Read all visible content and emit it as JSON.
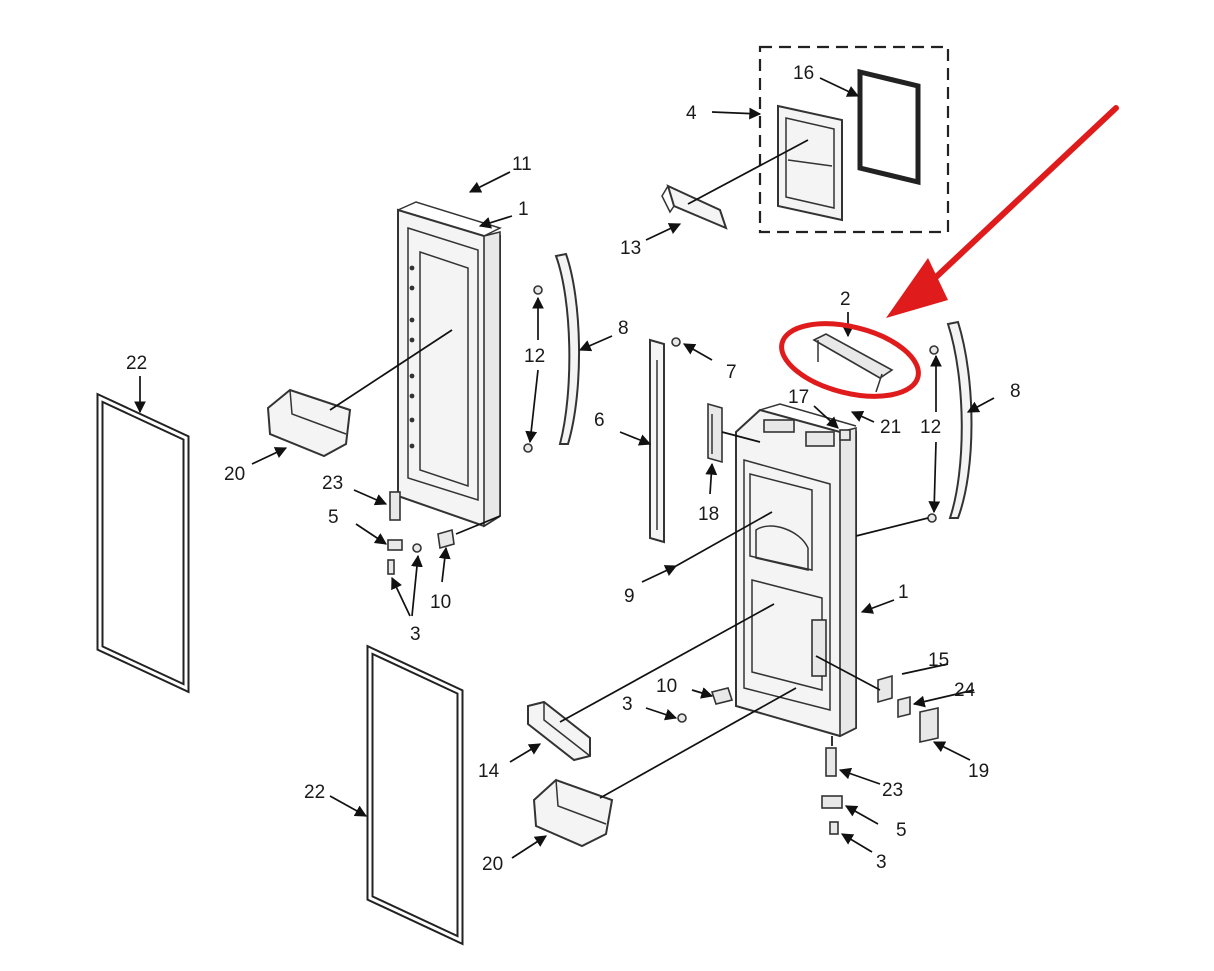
{
  "diagram": {
    "highlight_color": "#e01b1b",
    "callouts": [
      {
        "id": "c16",
        "text": "16"
      },
      {
        "id": "c4",
        "text": "4"
      },
      {
        "id": "c11",
        "text": "11"
      },
      {
        "id": "c1a",
        "text": "1"
      },
      {
        "id": "c13",
        "text": "13"
      },
      {
        "id": "c2",
        "text": "2"
      },
      {
        "id": "c8a",
        "text": "8"
      },
      {
        "id": "c22a",
        "text": "22"
      },
      {
        "id": "c12a",
        "text": "12"
      },
      {
        "id": "c7",
        "text": "7"
      },
      {
        "id": "c17",
        "text": "17"
      },
      {
        "id": "c21",
        "text": "21"
      },
      {
        "id": "c8b",
        "text": "8"
      },
      {
        "id": "c12b",
        "text": "12"
      },
      {
        "id": "c6",
        "text": "6"
      },
      {
        "id": "c20a",
        "text": "20"
      },
      {
        "id": "c23a",
        "text": "23"
      },
      {
        "id": "c18",
        "text": "18"
      },
      {
        "id": "c5a",
        "text": "5"
      },
      {
        "id": "c9",
        "text": "9"
      },
      {
        "id": "c10a",
        "text": "10"
      },
      {
        "id": "c3a",
        "text": "3"
      },
      {
        "id": "c1b",
        "text": "1"
      },
      {
        "id": "c15",
        "text": "15"
      },
      {
        "id": "c10b",
        "text": "10"
      },
      {
        "id": "c24",
        "text": "24"
      },
      {
        "id": "c3b",
        "text": "3"
      },
      {
        "id": "c14",
        "text": "14"
      },
      {
        "id": "c19",
        "text": "19"
      },
      {
        "id": "c23b",
        "text": "23"
      },
      {
        "id": "c22b",
        "text": "22"
      },
      {
        "id": "c5b",
        "text": "5"
      },
      {
        "id": "c20b",
        "text": "20"
      },
      {
        "id": "c3c",
        "text": "3"
      }
    ]
  }
}
